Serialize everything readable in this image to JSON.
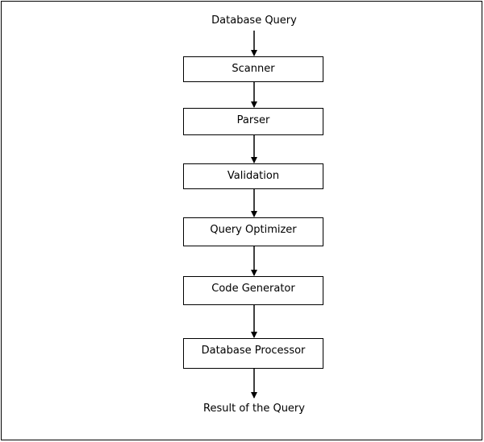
{
  "diagram": {
    "start": "Database Query",
    "steps": [
      "Scanner",
      "Parser",
      "Validation",
      "Query Optimizer",
      "Code Generator",
      "Database Processor"
    ],
    "end": "Result of the Query"
  }
}
